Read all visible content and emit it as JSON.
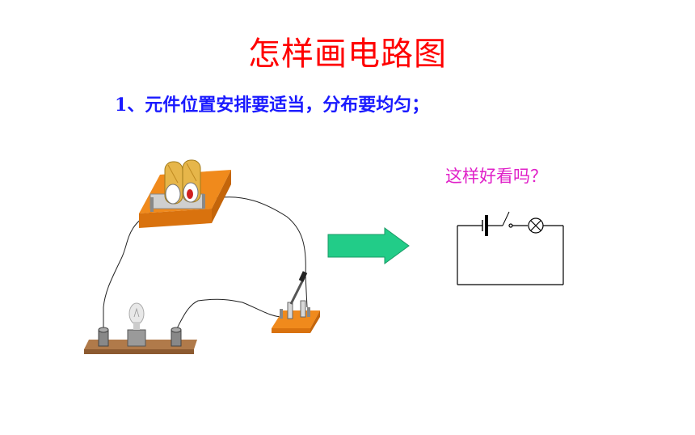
{
  "slide": {
    "title": "怎样画电路图",
    "point1": "1、元件位置安排要适当，分布要均匀；",
    "question": "这样好看吗？"
  },
  "colors": {
    "title": "#ff0000",
    "point": "#1a1aff",
    "question": "#e020c8",
    "arrow": "#22cc88",
    "board": "#f08a1c",
    "wood": "#b07a4a"
  },
  "icons": [
    "battery-holder-icon",
    "bulb-icon",
    "knife-switch-icon",
    "right-arrow-icon",
    "circuit-diagram"
  ]
}
